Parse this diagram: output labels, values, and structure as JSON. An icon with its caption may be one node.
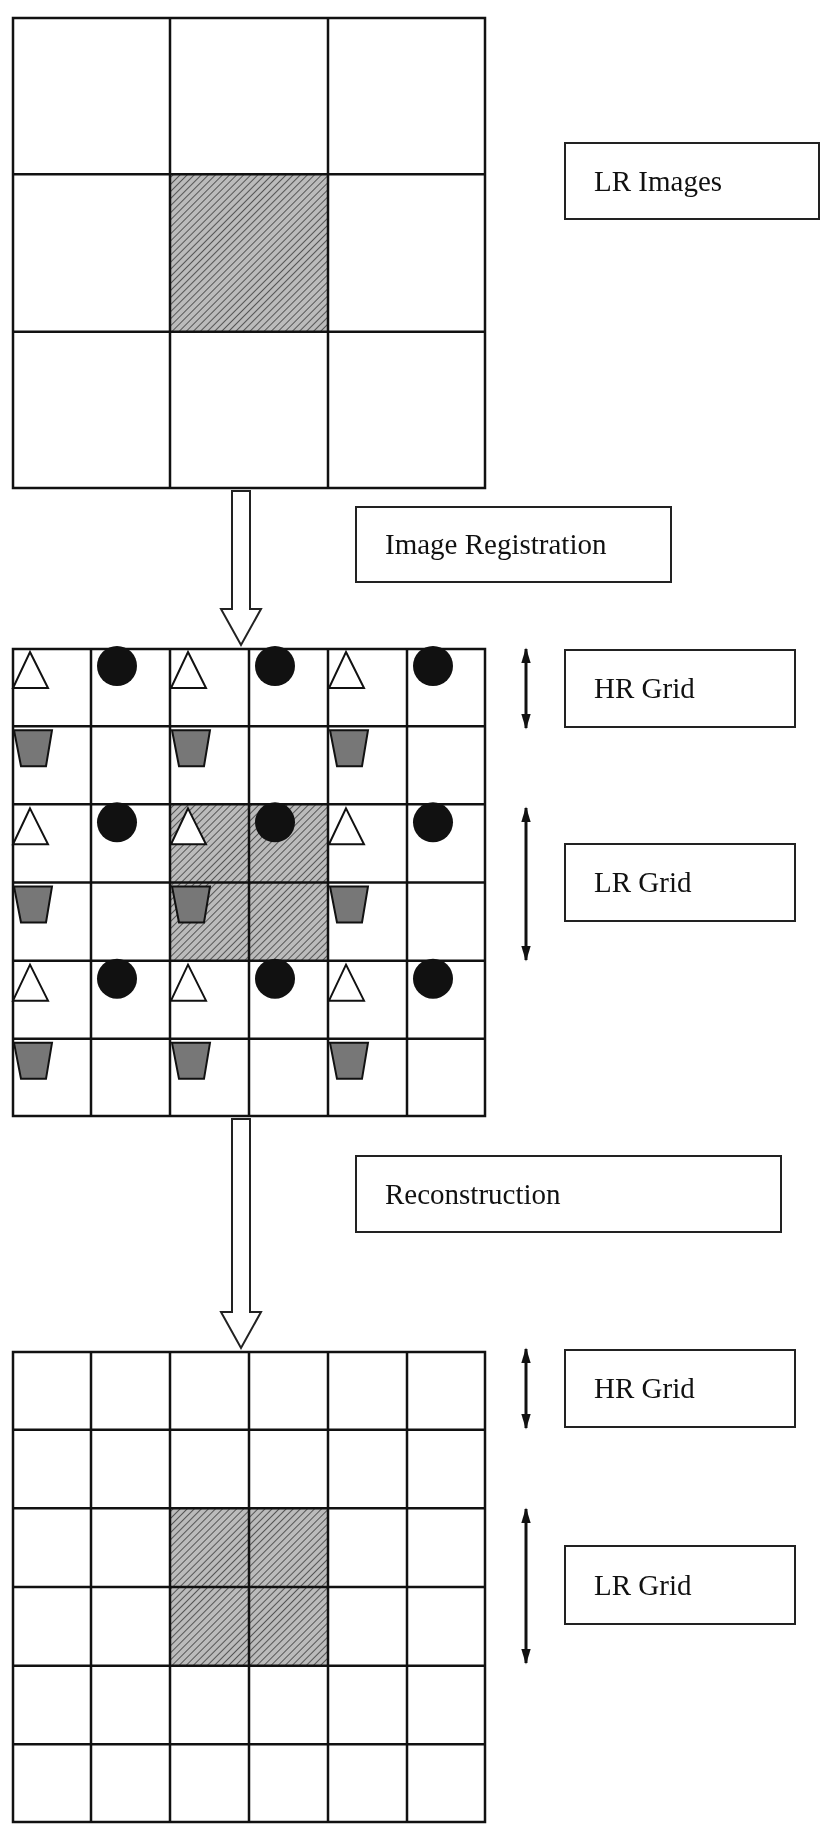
{
  "diagram": {
    "nodes": [
      {
        "text": [],
        "shape": "picture"
      },
      {
        "text": [
          "LR Images"
        ]
      },
      {
        "text": [
          "Image Registration"
        ]
      },
      {
        "text": [],
        "shape": "picture"
      },
      {
        "text": [
          "HR Grid"
        ]
      },
      {
        "text": [
          "LR Grid"
        ]
      },
      {
        "text": [
          "Reconstruction"
        ]
      },
      {
        "text": [],
        "shape": "picture"
      },
      {
        "text": [
          "HR Grid"
        ]
      },
      {
        "text": [
          "LR Grid"
        ]
      }
    ],
    "edges": [
      {
        "from": 0,
        "to": 3,
        "arrow": "to"
      },
      {
        "from": 3,
        "to": 7,
        "arrow": "to"
      }
    ]
  }
}
